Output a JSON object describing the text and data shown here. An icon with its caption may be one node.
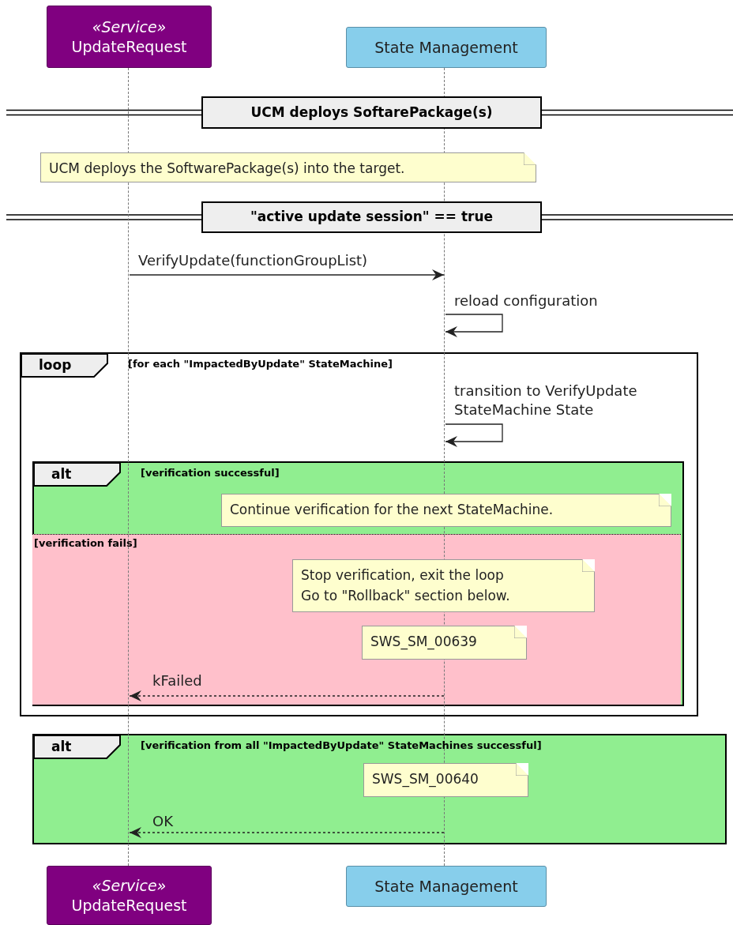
{
  "diagram": {
    "nodes": [
      {
        "text": [
          "«Service»",
          "UpdateRequest"
        ]
      },
      {
        "text": [
          "State Management"
        ]
      },
      {
        "text": [],
        "shape": "line"
      },
      {
        "text": [],
        "shape": "line"
      },
      {
        "text": [
          "UCM deploys SoftarePackage(s)"
        ]
      },
      {
        "text": [
          "UCM deploys the SoftwarePackage(s) into the target."
        ]
      },
      {
        "text": [
          "\"active update session\" == true"
        ]
      },
      {
        "text": [
          "loop",
          "[for each \"ImpactedByUpdate\" StateMachine]"
        ]
      },
      {
        "text": [
          "alt",
          "[verification successful]"
        ],
        "in": 7
      },
      {
        "text": [
          "Continue verification for the next StateMachine."
        ],
        "in": 8
      },
      {
        "text": [
          "[verification fails]"
        ],
        "in": 8
      },
      {
        "text": [
          "Stop verification, exit the loop Go to \"Rollback\" section below."
        ],
        "in": 10
      },
      {
        "text": [
          "SWS_SM_00639"
        ],
        "in": 10
      },
      {
        "text": [
          "alt",
          "[verification from all \"ImpactedByUpdate\" StateMachines successful]"
        ]
      },
      {
        "text": [
          "SWS_SM_00640"
        ],
        "in": 13
      },
      {
        "text": [
          "«Service»",
          "UpdateRequest"
        ]
      },
      {
        "text": [
          "State Management"
        ]
      }
    ],
    "edges": [
      {
        "from": 2,
        "to": 3,
        "arrow": "to",
        "label": "VerifyUpdate(functionGroupList)"
      },
      {
        "from": 3,
        "to": 3,
        "arrow": "to",
        "label": "reload configuration"
      },
      {
        "from": 3,
        "to": 3,
        "arrow": "to",
        "label": "transition to VerifyUpdate StateMachine State"
      },
      {
        "from": 3,
        "to": 2,
        "arrow": "to",
        "label": "kFailed",
        "style": "dashed"
      },
      {
        "from": 3,
        "to": 2,
        "arrow": "to",
        "label": "OK",
        "style": "dashed"
      }
    ]
  }
}
